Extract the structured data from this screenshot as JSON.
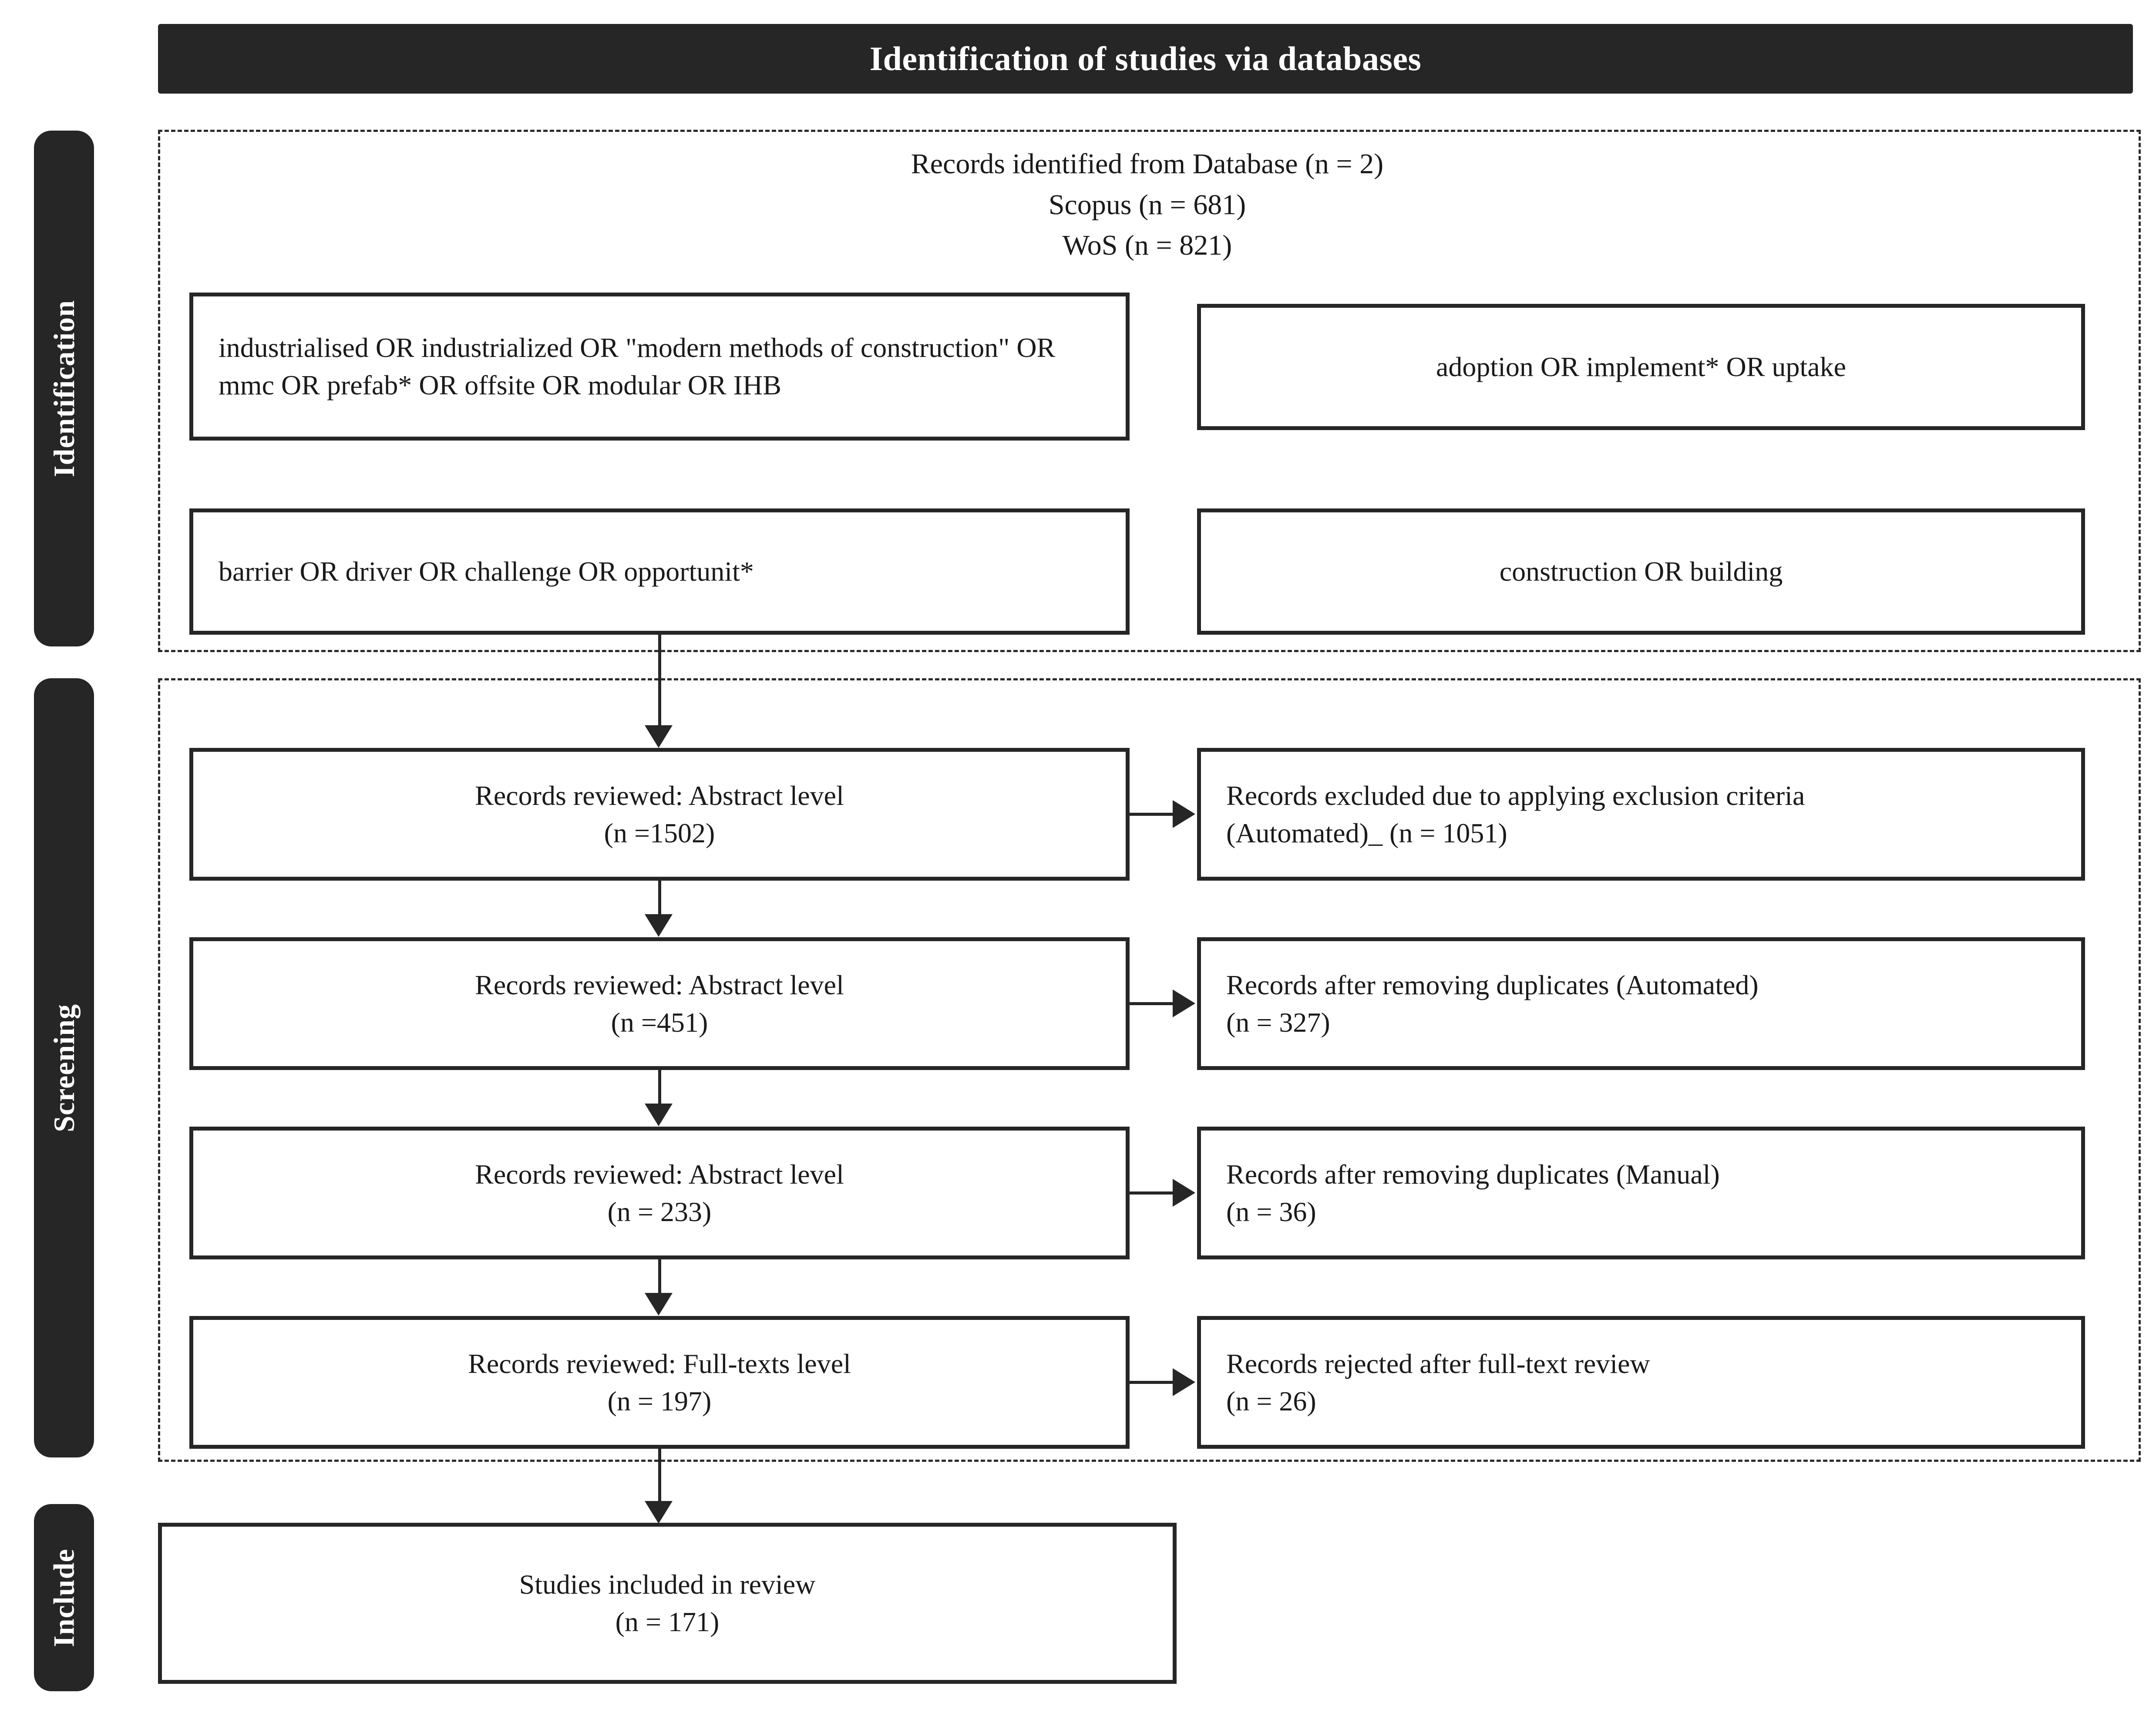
{
  "header": {
    "title": "Identification of studies via databases"
  },
  "stages": [
    {
      "key": "identification",
      "label": "Identification"
    },
    {
      "key": "screening",
      "label": "Screening"
    },
    {
      "key": "include",
      "label": "Include"
    }
  ],
  "identification": {
    "records_identified": {
      "line1": "Records identified from Database (n = 2)",
      "line2": "Scopus (n = 681)",
      "line3": "WoS (n = 821)"
    },
    "search_terms": {
      "population": "industrialised OR industrialized OR \"modern methods of construction\" OR mmc OR prefab* OR offsite OR modular OR IHB",
      "adoption": "adoption OR implement* OR uptake",
      "barrier": "barrier OR driver OR challenge OR opportunit*",
      "context": "construction OR building"
    }
  },
  "screening": {
    "steps": [
      {
        "reviewed_line1": "Records reviewed: Abstract level",
        "reviewed_line2": "(n =1502)",
        "excluded_line1": "Records excluded due to applying exclusion criteria",
        "excluded_line2": "(Automated)_ (n = 1051)"
      },
      {
        "reviewed_line1": "Records reviewed: Abstract level",
        "reviewed_line2": "(n =451)",
        "excluded_line1": "Records after removing duplicates (Automated)",
        "excluded_line2": "(n = 327)"
      },
      {
        "reviewed_line1": "Records reviewed: Abstract level",
        "reviewed_line2": "(n = 233)",
        "excluded_line1": "Records after removing duplicates (Manual)",
        "excluded_line2": "(n = 36)"
      },
      {
        "reviewed_line1": "Records reviewed: Full-texts level",
        "reviewed_line2": "(n = 197)",
        "excluded_line1": "Records rejected after full-text review",
        "excluded_line2": "(n = 26)"
      }
    ]
  },
  "include": {
    "studies_included_line1": "Studies included in review",
    "studies_included_line2": "(n = 171)"
  },
  "colors": {
    "banner_bg": "#262626",
    "banner_text": "#ffffff",
    "box_border": "#262626",
    "page_bg": "#ffffff",
    "dashed_border": "#2b2b2b"
  }
}
